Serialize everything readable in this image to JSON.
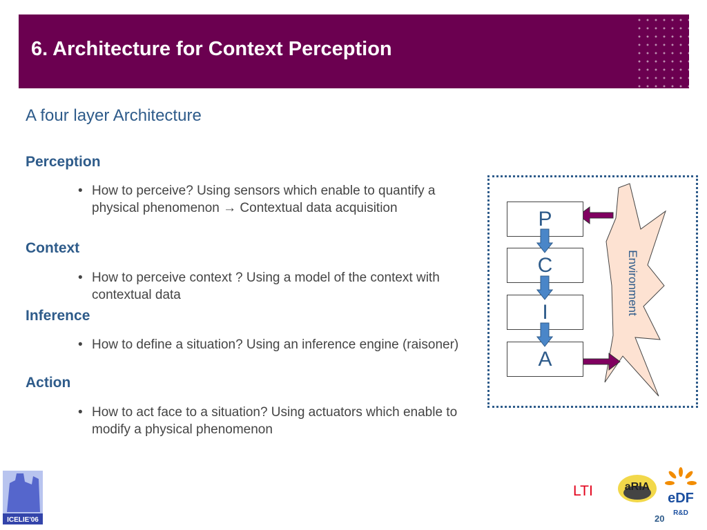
{
  "slide": {
    "title": "6. Architecture for Context Perception",
    "subtitle": "A four layer Architecture",
    "sections": [
      {
        "heading": "Perception",
        "bullet": "How to perceive? Using sensors which enable to quantify a physical phenomenon → Contextual data acquisition"
      },
      {
        "heading": "Context",
        "bullet": "How to perceive context ? Using a model of the context with contextual data"
      },
      {
        "heading": "Inference",
        "bullet": "How to define a situation? Using an inference engine (raisoner)"
      },
      {
        "heading": "Action",
        "bullet": "How to act face to a situation? Using actuators which enable to modify a physical phenomenon"
      }
    ],
    "bullet_symbol": "•",
    "page_number": "20"
  },
  "diagram": {
    "layers": [
      "P",
      "C",
      "I",
      "A"
    ],
    "environment_label": "Environment"
  },
  "footer": {
    "lti": "LTI",
    "logo_icelie": "ICELIE'06",
    "logo_aria": "aRIA",
    "logo_edf": "eDF",
    "logo_rd": "R&D"
  },
  "colors": {
    "header_bg": "#6b0050",
    "heading_text": "#2e5b8a",
    "arrow_fill": "#800060",
    "down_arrow_fill": "#4a86c8",
    "environment_fill": "#fde2d2",
    "lti_red": "#e2001a"
  }
}
